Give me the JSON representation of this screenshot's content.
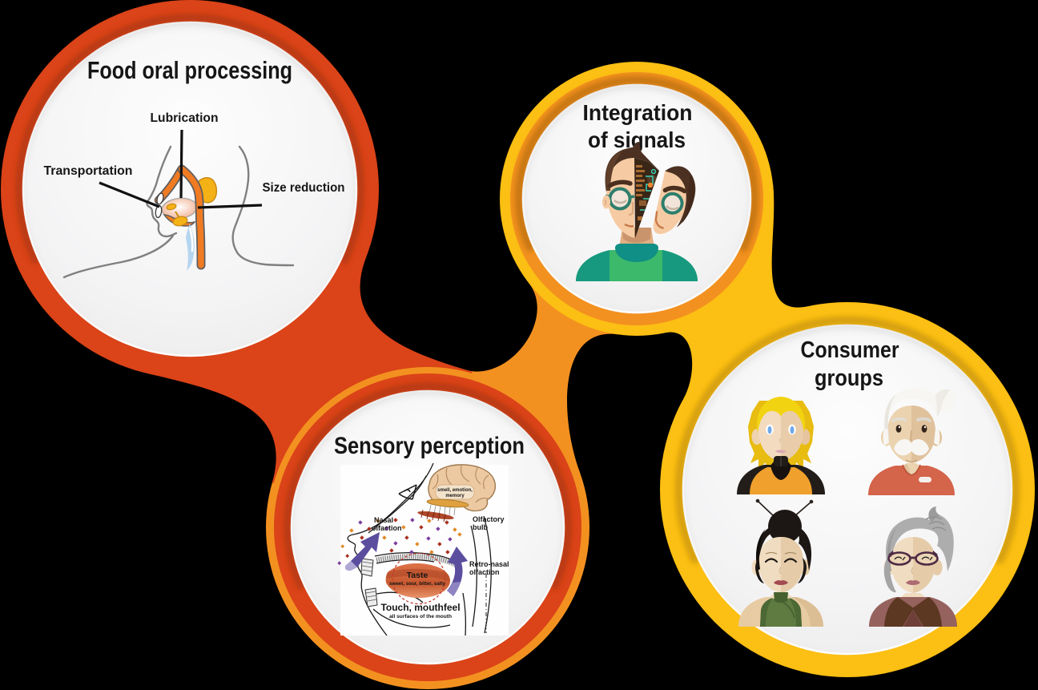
{
  "figure": {
    "background_color": "#000000",
    "colors": {
      "red": "#DB4318",
      "orange": "#F39120",
      "yellow": "#FCBF13",
      "bubble_fill_light": "#FBFBFB",
      "bubble_fill_shade": "#E8E8E9",
      "text": "#161616"
    },
    "bubbles": {
      "food_oral_processing": {
        "title": "Food oral processing",
        "ring_color": "#DB4318",
        "annotations": {
          "lubrication": "Lubrication",
          "transportation": "Transportation",
          "size_reduction": "Size reduction"
        }
      },
      "integration_of_signals": {
        "title_line1": "Integration",
        "title_line2": "of signals",
        "outer_ring_color": "#FCBF13",
        "inner_ring_color": "#F39120"
      },
      "sensory_perception": {
        "title": "Sensory perception",
        "outer_ring_color": "#F39120",
        "inner_ring_color": "#DB4318",
        "diagram": {
          "nasal_olfaction_line1": "Nasal",
          "nasal_olfaction_line2": "olfaction",
          "smell_emotion_memory_line1": "smell, emotion,",
          "smell_emotion_memory_line2": "memory",
          "olfactory_bulb_line1": "Olfactory",
          "olfactory_bulb_line2": "bulb",
          "retro_nasal_line1": "Retro-nasal",
          "retro_nasal_line2": "olfaction",
          "taste": "Taste",
          "taste_sub": "sweet, sour, bitter, salty",
          "touch": "Touch, mouthfeel",
          "touch_sub": "all surfaces of the mouth"
        }
      },
      "consumer_groups": {
        "title_line1": "Consumer",
        "title_line2": "groups",
        "ring_color": "#FCBF13",
        "avatars": [
          "young-blonde-adult",
          "elderly-man",
          "asian-woman",
          "elderly-woman"
        ]
      }
    },
    "connectors": [
      {
        "from": "food_oral_processing",
        "to": "sensory_perception",
        "color": "#DB4318"
      },
      {
        "from": "sensory_perception",
        "to": "integration_of_signals",
        "color": "#F39120"
      },
      {
        "from": "integration_of_signals",
        "to": "consumer_groups",
        "color": "#FCBF13"
      }
    ]
  }
}
